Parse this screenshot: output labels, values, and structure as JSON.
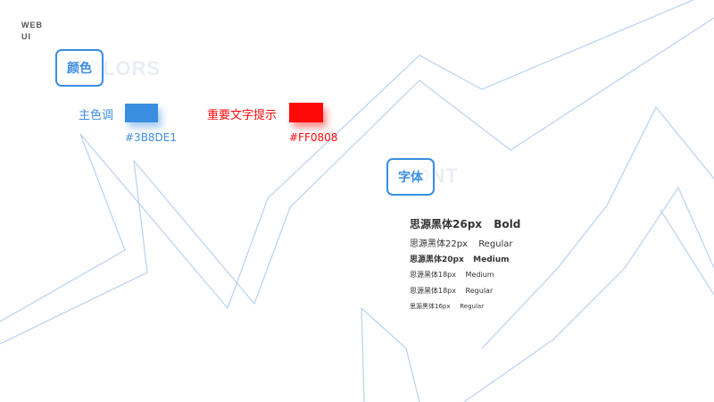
{
  "brand": {
    "line1": "WEB",
    "line2": "UI"
  },
  "colors": {
    "tag": "颜色",
    "ghost": "COLORS",
    "primary_label": "主色调",
    "primary_hex": "#3B8DE1",
    "alert_label": "重要文字提示",
    "alert_hex": "#FF0808"
  },
  "font": {
    "tag": "字体",
    "ghost": "FONT",
    "samples": [
      {
        "name": "思源黑体26px",
        "weight": "Bold"
      },
      {
        "name": "思源黑体22px",
        "weight": "Regular"
      },
      {
        "name": "思源黑体20px",
        "weight": "Medium"
      },
      {
        "name": "思源黑体18px",
        "weight": "Medium"
      },
      {
        "name": "思源黑体18px",
        "weight": "Regular"
      },
      {
        "name": "思源黑体16px",
        "weight": "Regular"
      }
    ]
  },
  "theme": {
    "accent": "#3B8DE1",
    "alert": "#FF0808",
    "line": "#b7d2ef"
  }
}
